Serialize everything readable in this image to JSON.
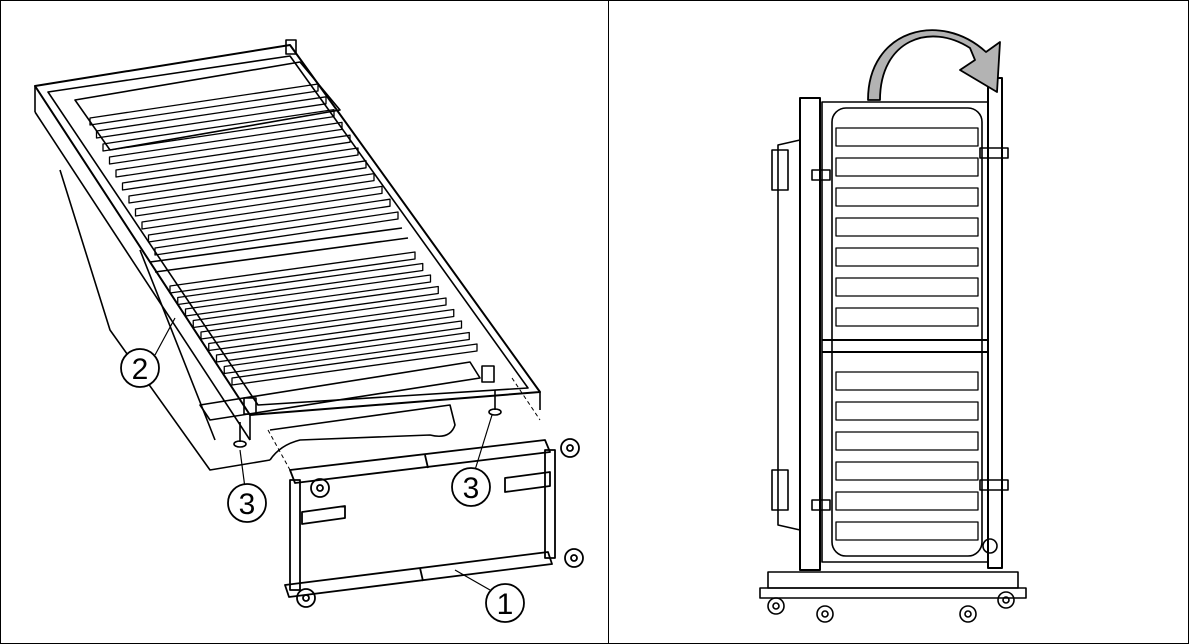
{
  "callouts": {
    "stand": "1",
    "bed_frame": "2",
    "bolt_left": "3",
    "bolt_right": "3"
  },
  "colors": {
    "line": "#000000",
    "background": "#ffffff",
    "arrow_fill": "#b3b3b3"
  }
}
